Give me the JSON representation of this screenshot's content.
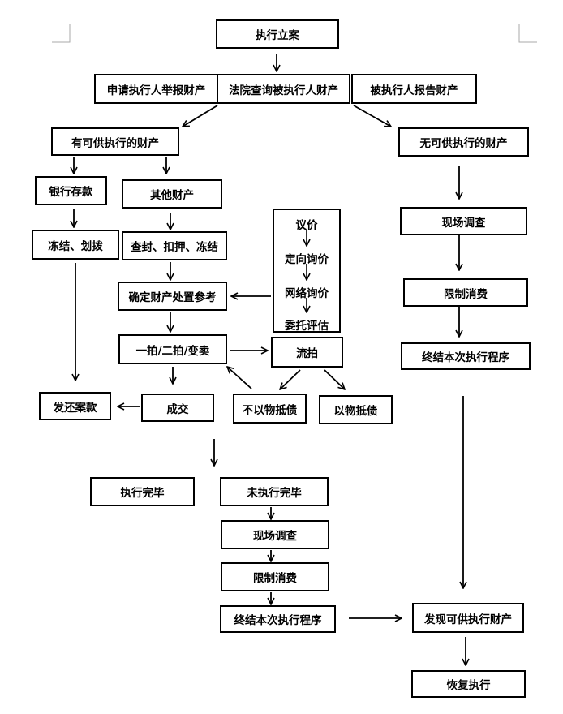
{
  "nodes": {
    "lian": "执行立案",
    "shenqing": "申请执行人举报财产",
    "fayuan": "法院查询被执行人财产",
    "baogao": "被执行人报告财产",
    "youke": "有可供执行的财产",
    "wuke": "无可供执行的财产",
    "yinhang": "银行存款",
    "qita": "其他财产",
    "dongjie_huabo": "冻结、划拨",
    "chafeng": "查封、扣押、冻结",
    "queding": "确定财产处置参考",
    "paimai": "一拍/二拍/变卖",
    "liupai": "流拍",
    "chengjiao": "成交",
    "fahuan": "发还案款",
    "buyiwu": "不以物抵债",
    "yiwu": "以物抵债",
    "zhixing_wanbi": "执行完毕",
    "wei_wanbi": "未执行完毕",
    "xianchang_1": "现场调查",
    "xianzhi_1": "限制消费",
    "zhongjie_1": "终结本次执行程序",
    "xianchang_2": "现场调查",
    "xianzhi_2": "限制消费",
    "zhongjie_2": "终结本次执行程序",
    "faxian": "发现可供执行财产",
    "huifu": "恢复执行"
  },
  "valuation_methods": [
    "议价",
    "定向询价",
    "网络询价",
    "委托评估"
  ]
}
